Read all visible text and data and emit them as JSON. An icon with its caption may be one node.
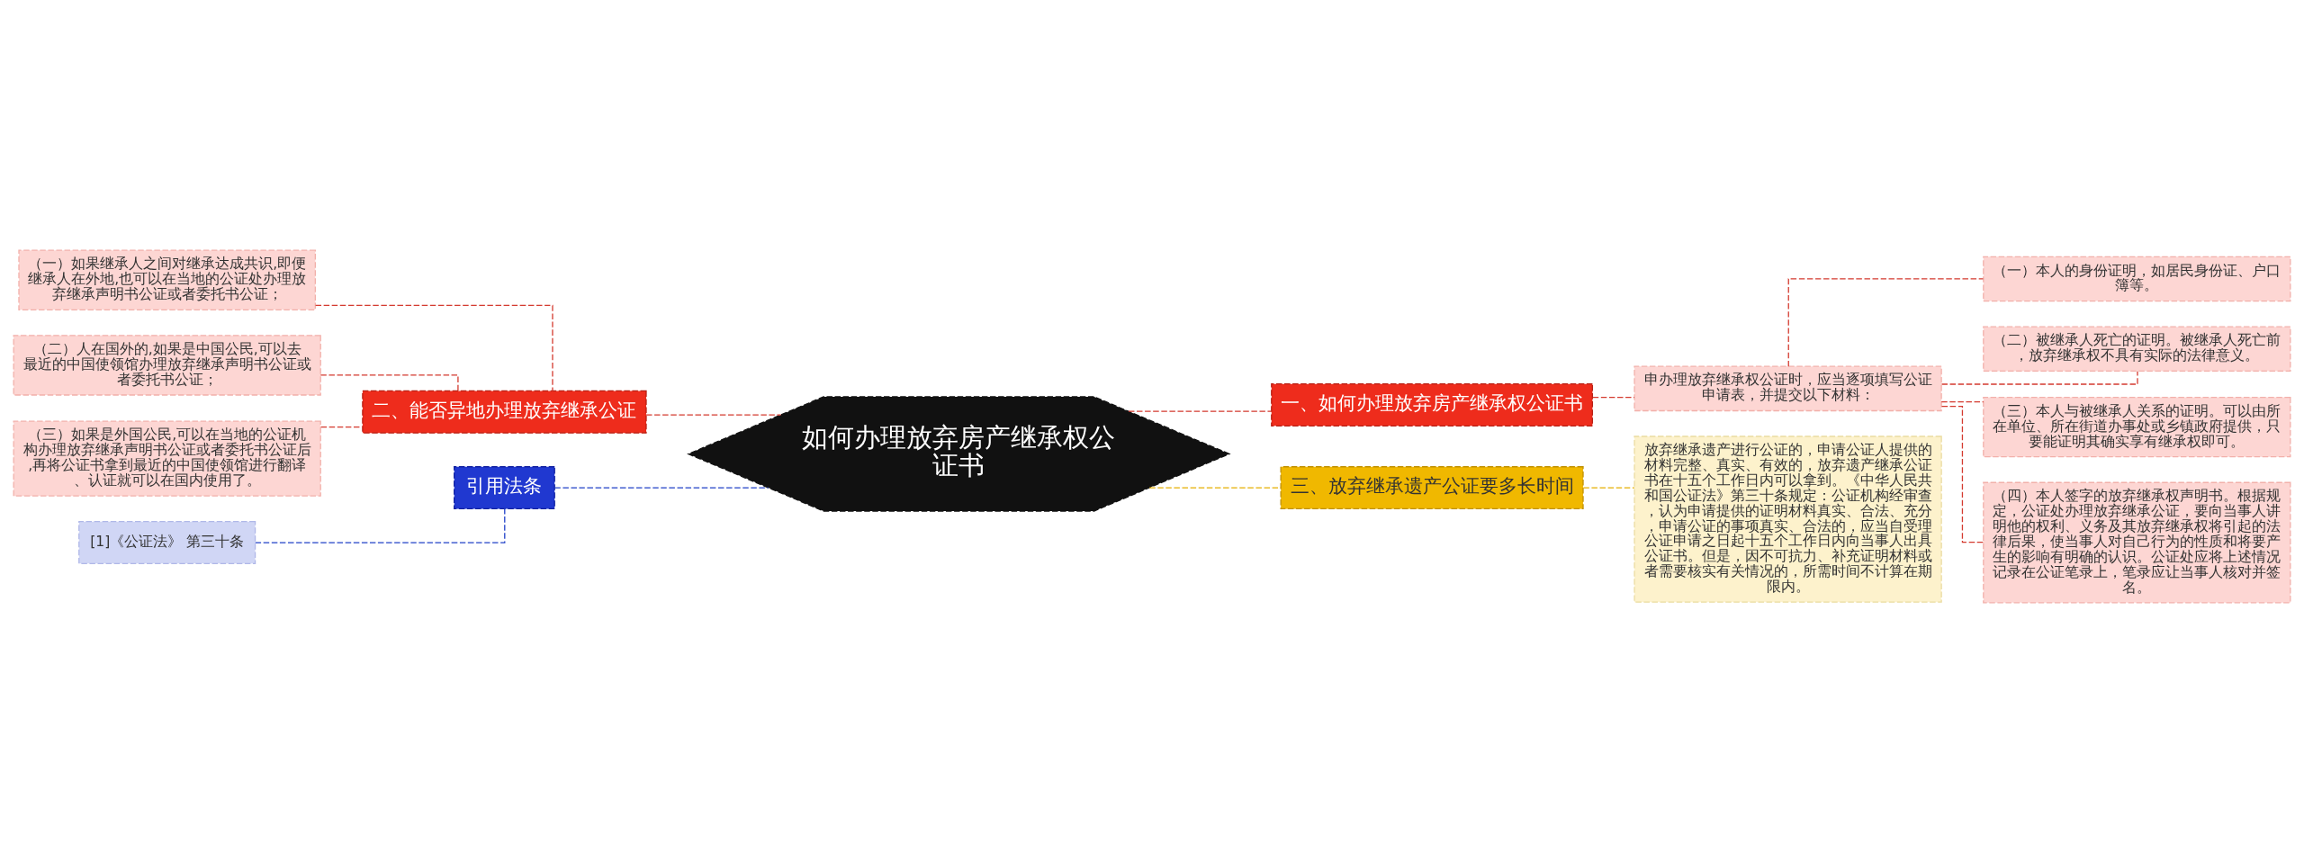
{
  "diagram": {
    "nodes": [
      {
        "text": [
          "如何办理放弃房产继承权公证书"
        ]
      },
      {
        "text": [
          "一、如何办理放弃房产继承权公证书"
        ]
      },
      {
        "text": [
          "申办理放弃继承权公证时，应当逐项填写公证申请表，并提交以下材料："
        ]
      },
      {
        "text": [
          "（一）本人的身份证明，如居民身份证、户口簿等。"
        ]
      },
      {
        "text": [
          "（二）被继承人死亡的证明。被继承人死亡前，放弃继承权不具有实际的法律意义。"
        ]
      },
      {
        "text": [
          "（三）本人与被继承人关系的证明。可以由所在单位、所在街道办事处或乡镇政府提供，只要能证明其确实享有继承权即可。"
        ]
      },
      {
        "text": [
          "（四）本人签字的放弃继承权声明书。根据规定，公证处办理放弃继承公证，要向当事人讲明他的权利、义务及其放弃继承权将引起的法律后果，使当事人对自己行为的性质和将要产生的影响有明确的认识。公证处应将上述情况记录在公证笔录上，笔录应让当事人核对并签名。"
        ]
      },
      {
        "text": [
          "三、放弃继承遗产公证要多长时间"
        ]
      },
      {
        "text": [
          "放弃继承遗产进行公证的，申请公证人提供的材料完整、真实、有效的，放弃遗产继承公证书在十五个工作日内可以拿到。《中华人民共和国公证法》第三十条规定：公证机构经审查，认为申请提供的证明材料真实、合法、充分，申请公证的事项真实、合法的，应当自受理公证申请之日起十五个工作日内向当事人出具公证书。但是，因不可抗力、补充证明材料或者需要核实有关情况的，所需时间不计算在期限内。"
        ]
      },
      {
        "text": [
          "二、能否异地办理放弃继承公证"
        ]
      },
      {
        "text": [
          "（一）如果继承人之间对继承达成共识,即便继承人在外地,也可以在当地的公证处办理放弃继承声明书公证或者委托书公证；"
        ]
      },
      {
        "text": [
          "（二）人在国外的,如果是中国公民,可以去最近的中国使领馆办理放弃继承声明书公证或者委托书公证；"
        ]
      },
      {
        "text": [
          "（三）如果是外国公民,可以在当地的公证机构办理放弃继承声明书公证或者委托书公证后,再将公证书拿到最近的中国使领馆进行翻译、认证就可以在国内使用了。"
        ]
      },
      {
        "text": [
          "引用法条"
        ]
      },
      {
        "text": [
          "[1]《公证法》 第三十条"
        ]
      }
    ],
    "edges": [
      {
        "from": 0,
        "to": 1,
        "arrow": "none",
        "style": "dashed"
      },
      {
        "from": 1,
        "to": 2,
        "arrow": "none",
        "style": "dashed"
      },
      {
        "from": 2,
        "to": 3,
        "arrow": "none",
        "style": "dashed"
      },
      {
        "from": 2,
        "to": 4,
        "arrow": "none",
        "style": "dashed"
      },
      {
        "from": 2,
        "to": 5,
        "arrow": "none",
        "style": "dashed"
      },
      {
        "from": 2,
        "to": 6,
        "arrow": "none",
        "style": "dashed"
      },
      {
        "from": 0,
        "to": 7,
        "arrow": "none",
        "style": "dashed",
        "color": "#e6b000"
      },
      {
        "from": 7,
        "to": 8,
        "arrow": "none",
        "style": "dashed",
        "color": "#e6b000"
      },
      {
        "from": 0,
        "to": 9,
        "arrow": "none",
        "style": "dashed"
      },
      {
        "from": 9,
        "to": 10,
        "arrow": "none",
        "style": "dashed"
      },
      {
        "from": 9,
        "to": 11,
        "arrow": "none",
        "style": "dashed"
      },
      {
        "from": 9,
        "to": 12,
        "arrow": "none",
        "style": "dashed"
      },
      {
        "from": 0,
        "to": 13,
        "arrow": "none",
        "style": "dashed",
        "color": "#2040c8"
      },
      {
        "from": 13,
        "to": 14,
        "arrow": "none",
        "style": "dashed",
        "color": "#2040c8"
      }
    ]
  }
}
